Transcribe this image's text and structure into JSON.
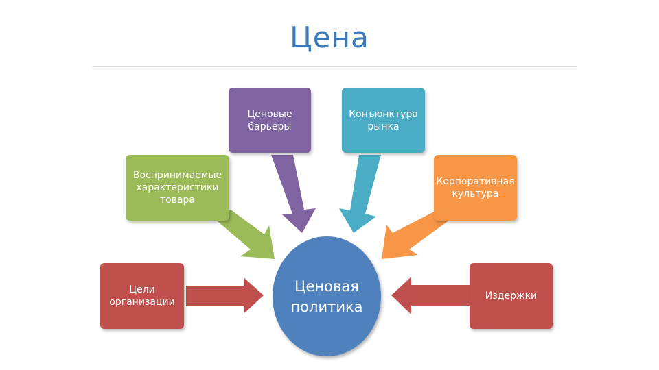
{
  "title": "Цена",
  "center": {
    "label": "Ценовая\nполитика",
    "color": "#4f81bd"
  },
  "factors": [
    {
      "id": "price-barriers",
      "label": "Ценовые\nбарьеры",
      "color": "#8064a2"
    },
    {
      "id": "market-conditions",
      "label": "Конъюнктура\nрынка",
      "color": "#4bacc6"
    },
    {
      "id": "perceived-characteristics",
      "label": "Воспринимаемые\nхарактеристики\nтовара",
      "color": "#9bbb59"
    },
    {
      "id": "corporate-culture",
      "label": "Корпоративная\nкультура",
      "color": "#f79646"
    },
    {
      "id": "organization-goals",
      "label": "Цели\nорганизации",
      "color": "#c0504d"
    },
    {
      "id": "costs",
      "label": "Издержки",
      "color": "#c0504d"
    }
  ]
}
